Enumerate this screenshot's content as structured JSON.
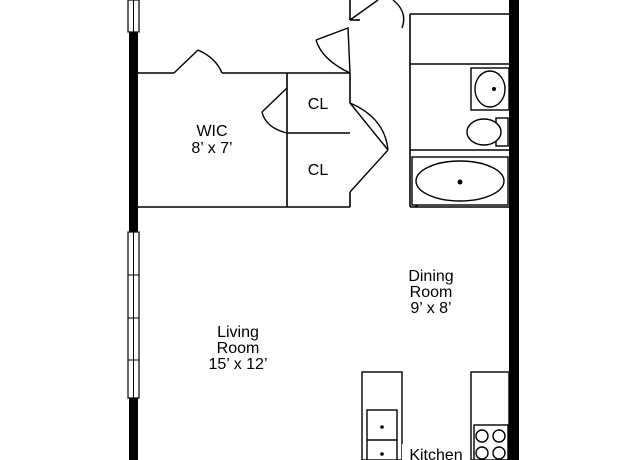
{
  "rooms": {
    "wic": {
      "name": "WIC",
      "size": "8’ x 7’"
    },
    "closet_upper": {
      "name": "CL"
    },
    "closet_lower": {
      "name": "CL"
    },
    "dining": {
      "name_line1": "Dining",
      "name_line2": "Room",
      "size": "9’ x 8’"
    },
    "living": {
      "name_line1": "Living",
      "name_line2": "Room",
      "size": "15’ x 12’"
    },
    "kitchen": {
      "name": "Kitchen"
    }
  },
  "colors": {
    "wall": "#000000",
    "background": "#ffffff"
  },
  "icons": [
    "door-swing-icon",
    "sink-icon",
    "toilet-icon",
    "bathtub-icon",
    "stove-burner-icon",
    "window-icon"
  ]
}
